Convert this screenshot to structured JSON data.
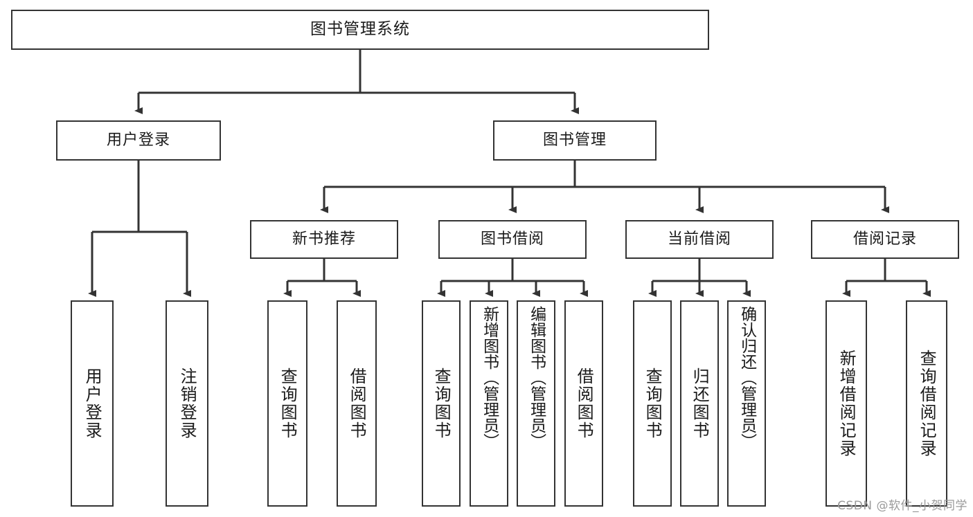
{
  "diagram": {
    "title": "图书管理系统",
    "watermark": "CSDN @软件_小贺同学",
    "colors": {
      "box_border": "#333333",
      "box_fill": "#ffffff",
      "edge": "#333333",
      "text": "#1a1a1a",
      "watermark": "#9a9a9a",
      "background": "#ffffff"
    },
    "levels": {
      "root": "图书管理系统",
      "level2": [
        "用户登录",
        "图书管理"
      ],
      "level3": [
        "新书推荐",
        "图书借阅",
        "当前借阅",
        "借阅记录"
      ]
    },
    "nodes": {
      "root": {
        "label": "图书管理系统"
      },
      "user_login": {
        "label": "用户登录"
      },
      "book_manage": {
        "label": "图书管理"
      },
      "new_book_rec": {
        "label": "新书推荐"
      },
      "book_borrow": {
        "label": "图书借阅"
      },
      "current_borrow": {
        "label": "当前借阅"
      },
      "borrow_record": {
        "label": "借阅记录"
      },
      "leaf_user_login": {
        "label": "用户登录"
      },
      "leaf_logout": {
        "label": "注销登录"
      },
      "leaf_query_book_1": {
        "label": "查询图书"
      },
      "leaf_borrow_book_1": {
        "label": "借阅图书"
      },
      "leaf_query_book_2": {
        "label": "查询图书"
      },
      "leaf_add_book": {
        "label": "新增图书（管理员）"
      },
      "leaf_edit_book": {
        "label": "编辑图书（管理员）"
      },
      "leaf_borrow_book_2": {
        "label": "借阅图书"
      },
      "leaf_query_book_3": {
        "label": "查询图书"
      },
      "leaf_return_book": {
        "label": "归还图书"
      },
      "leaf_confirm_return": {
        "label": "确认归还（管理员）"
      },
      "leaf_add_record": {
        "label": "新增借阅记录"
      },
      "leaf_query_record": {
        "label": "查询借阅记录"
      }
    }
  }
}
